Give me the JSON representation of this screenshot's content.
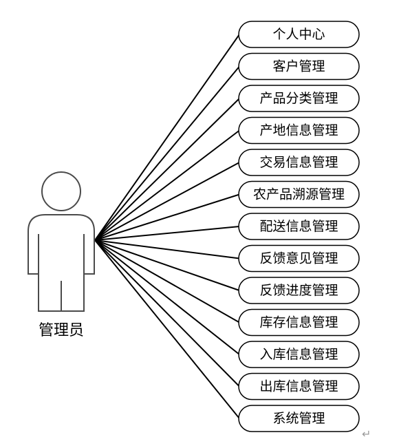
{
  "actor": {
    "label": "管理员"
  },
  "use_cases": [
    {
      "label": "个人中心"
    },
    {
      "label": "客户管理"
    },
    {
      "label": "产品分类管理"
    },
    {
      "label": "产地信息管理"
    },
    {
      "label": "交易信息管理"
    },
    {
      "label": "农产品溯源管理"
    },
    {
      "label": "配送信息管理"
    },
    {
      "label": "反馈意见管理"
    },
    {
      "label": "反馈进度管理"
    },
    {
      "label": "库存信息管理"
    },
    {
      "label": "入库信息管理"
    },
    {
      "label": "出库信息管理"
    },
    {
      "label": "系统管理"
    }
  ],
  "paragraph_mark": "↵"
}
